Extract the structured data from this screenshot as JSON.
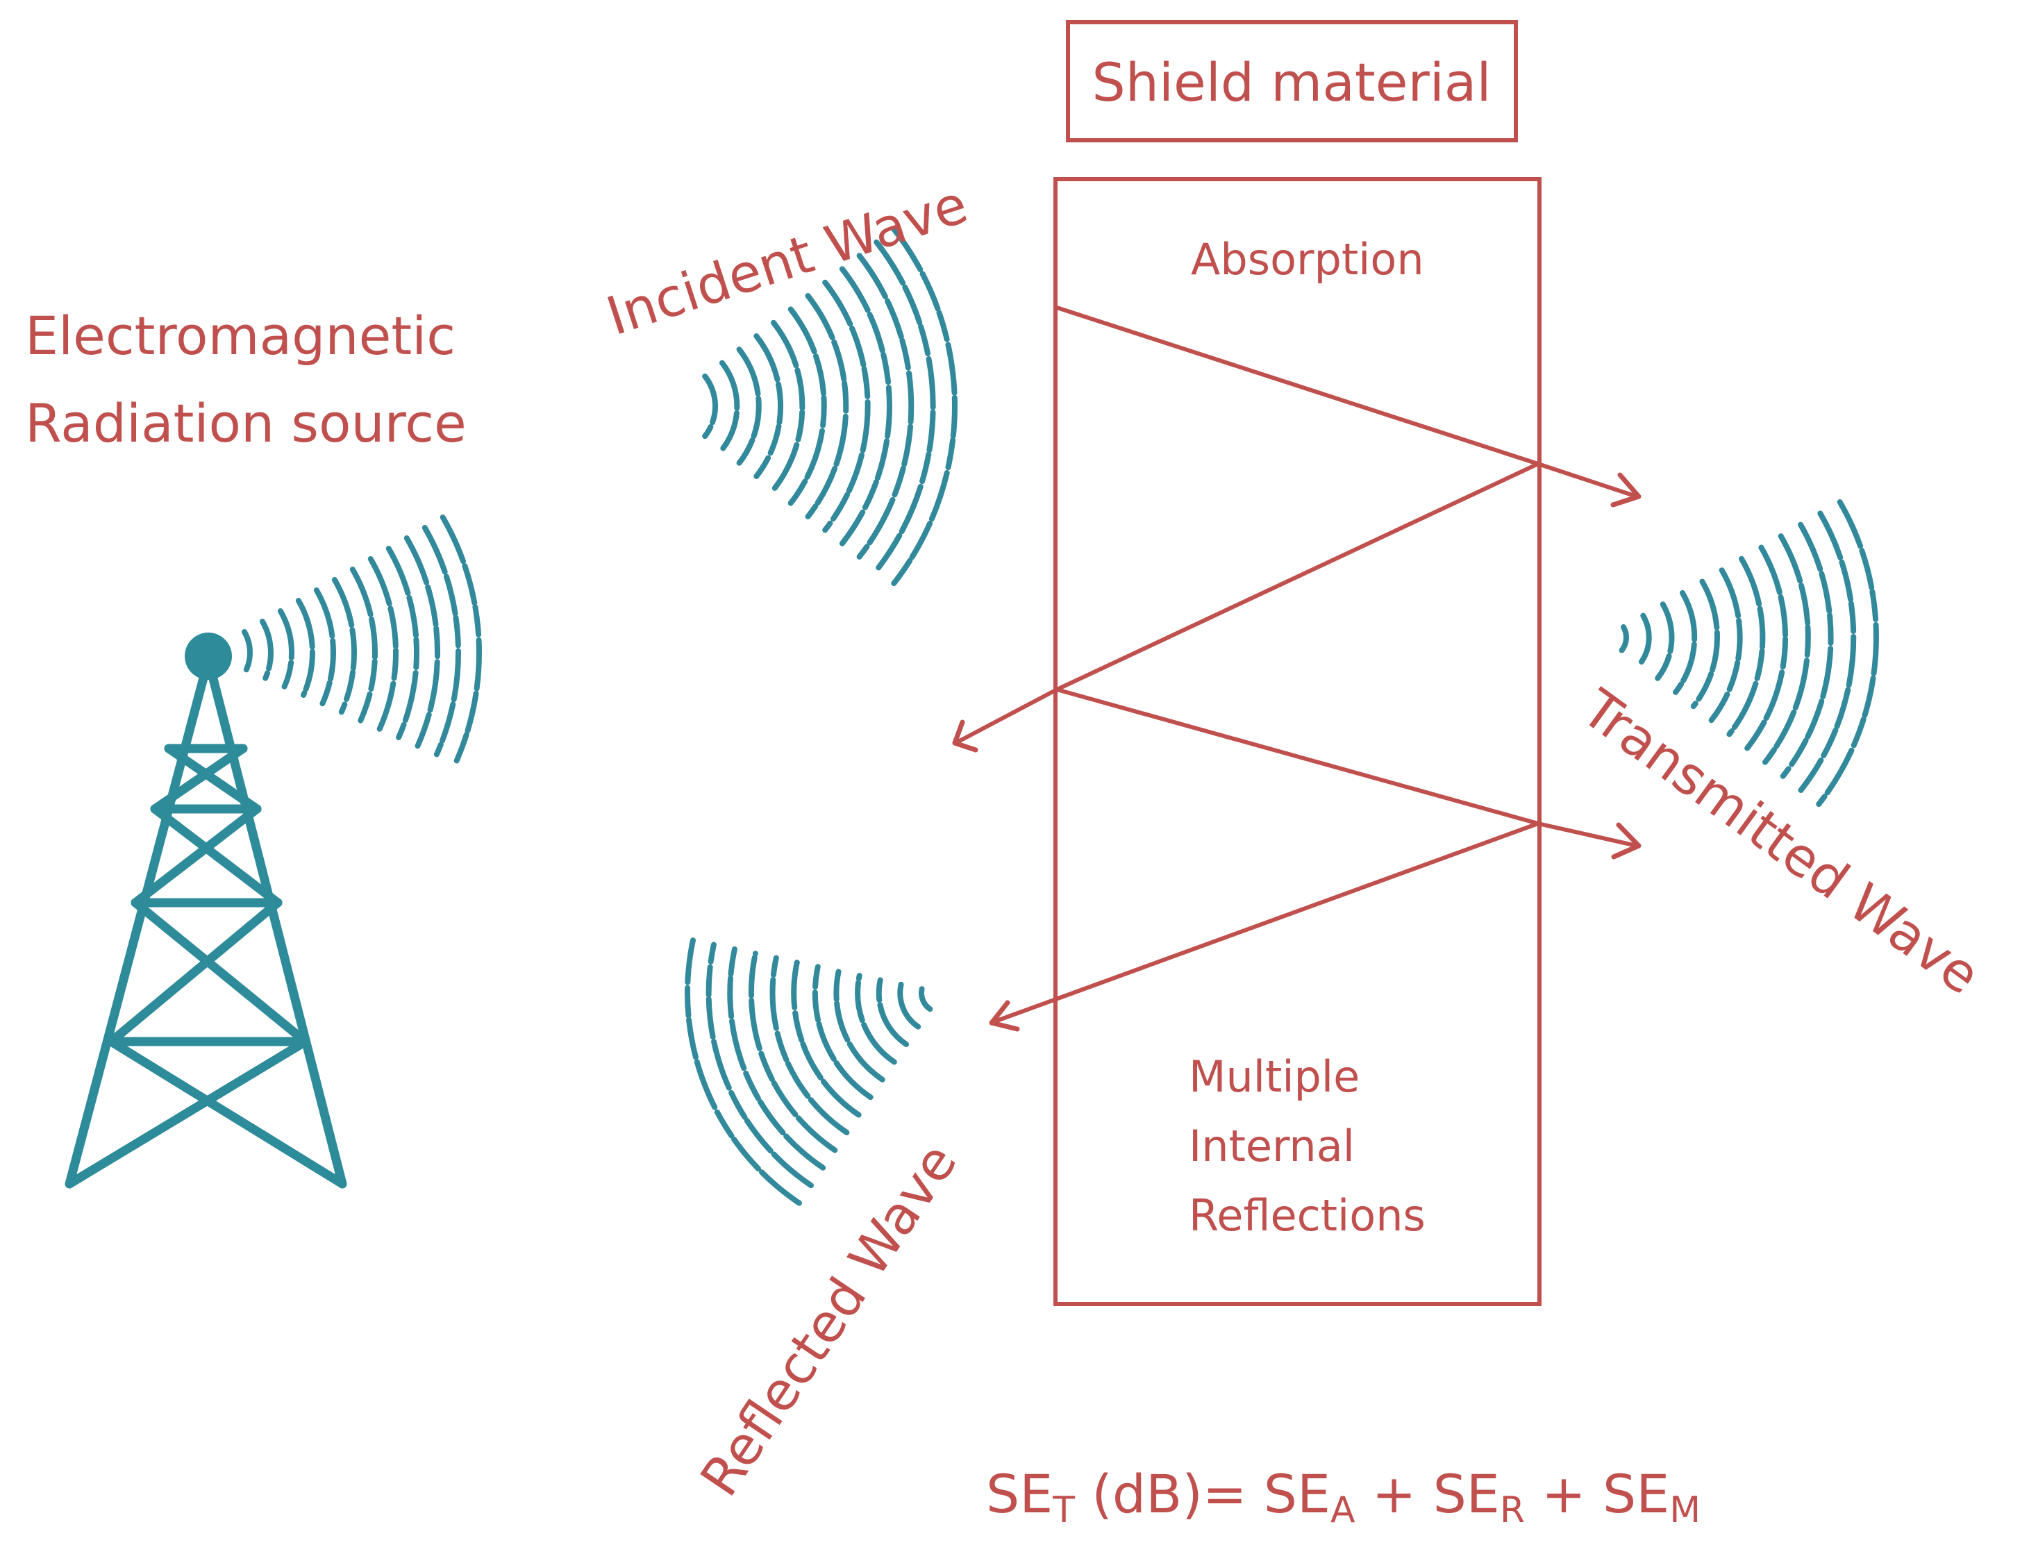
{
  "source": {
    "line1": "Electromagnetic",
    "line2": "Radiation source",
    "icon": "radio-tower-icon"
  },
  "shield": {
    "title": "Shield material",
    "absorption": "Absorption",
    "internal": [
      "Multiple",
      "Internal",
      "Reflections"
    ]
  },
  "waves": {
    "incident": "Incident Wave",
    "transmitted": "Transmitted Wave",
    "reflected": "Reflected Wave"
  },
  "formula": {
    "set": "SE",
    "set_sub": "T",
    "db": " (dB)= ",
    "sea": "SE",
    "sea_sub": "A",
    "plus1": " + ",
    "ser": "SE",
    "ser_sub": "R",
    "plus2": " + ",
    "sem": "SE",
    "sem_sub": "M"
  },
  "colors": {
    "label": "#c0504d",
    "wave": "#31899b",
    "tower": "#2e8b9a"
  }
}
